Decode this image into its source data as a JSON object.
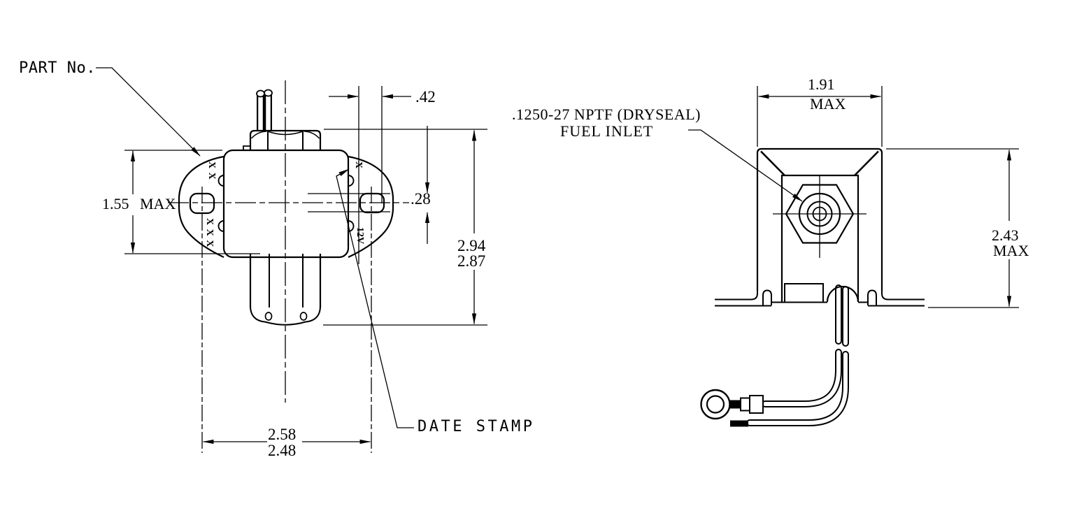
{
  "labels": {
    "part_no": "PART No.",
    "date_stamp": "DATE STAMP",
    "fuel_inlet_1": ".1250-27 NPTF (DRYSEAL)",
    "fuel_inlet_2": "FUEL INLET"
  },
  "front_view": {
    "dim_body_height": "1.55 MAX",
    "dim_edge_offset": ".42",
    "dim_slot_width": ".28",
    "dim_overall_height_upper": "2.94",
    "dim_overall_height_lower": "2.87",
    "dim_hole_spacing_upper": "2.58",
    "dim_hole_spacing_lower": "2.48",
    "stamp_marks_top": "X X",
    "stamp_marks_bottom": "X X X",
    "date_stamp_mark": "X",
    "voltage_mark": "12V"
  },
  "side_view": {
    "dim_width_value": "1.91",
    "dim_width_suffix": "MAX",
    "dim_height_value": "2.43",
    "dim_height_suffix": "MAX"
  },
  "colors": {
    "line": "#000000",
    "background": "#ffffff"
  }
}
